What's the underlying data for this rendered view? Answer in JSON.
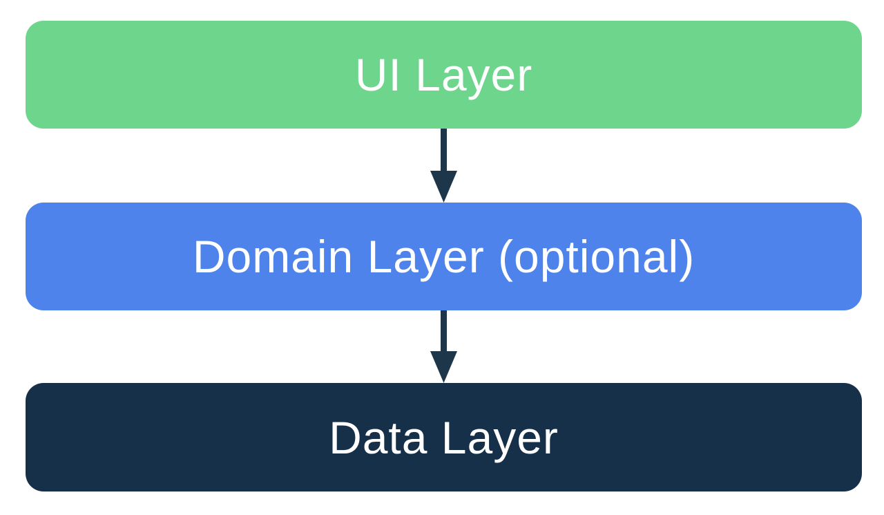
{
  "diagram": {
    "background_color": "#FFFFFF",
    "text_color": "#FFFFFF",
    "arrow_color": "#1D3649",
    "layers": [
      {
        "label": "UI Layer",
        "color": "#6DD58C"
      },
      {
        "label": "Domain Layer (optional)",
        "color": "#4E83EC"
      },
      {
        "label": "Data Layer",
        "color": "#17304A"
      }
    ],
    "arrows": [
      {
        "name": "ui-to-domain-arrow"
      },
      {
        "name": "domain-to-data-arrow"
      }
    ]
  }
}
